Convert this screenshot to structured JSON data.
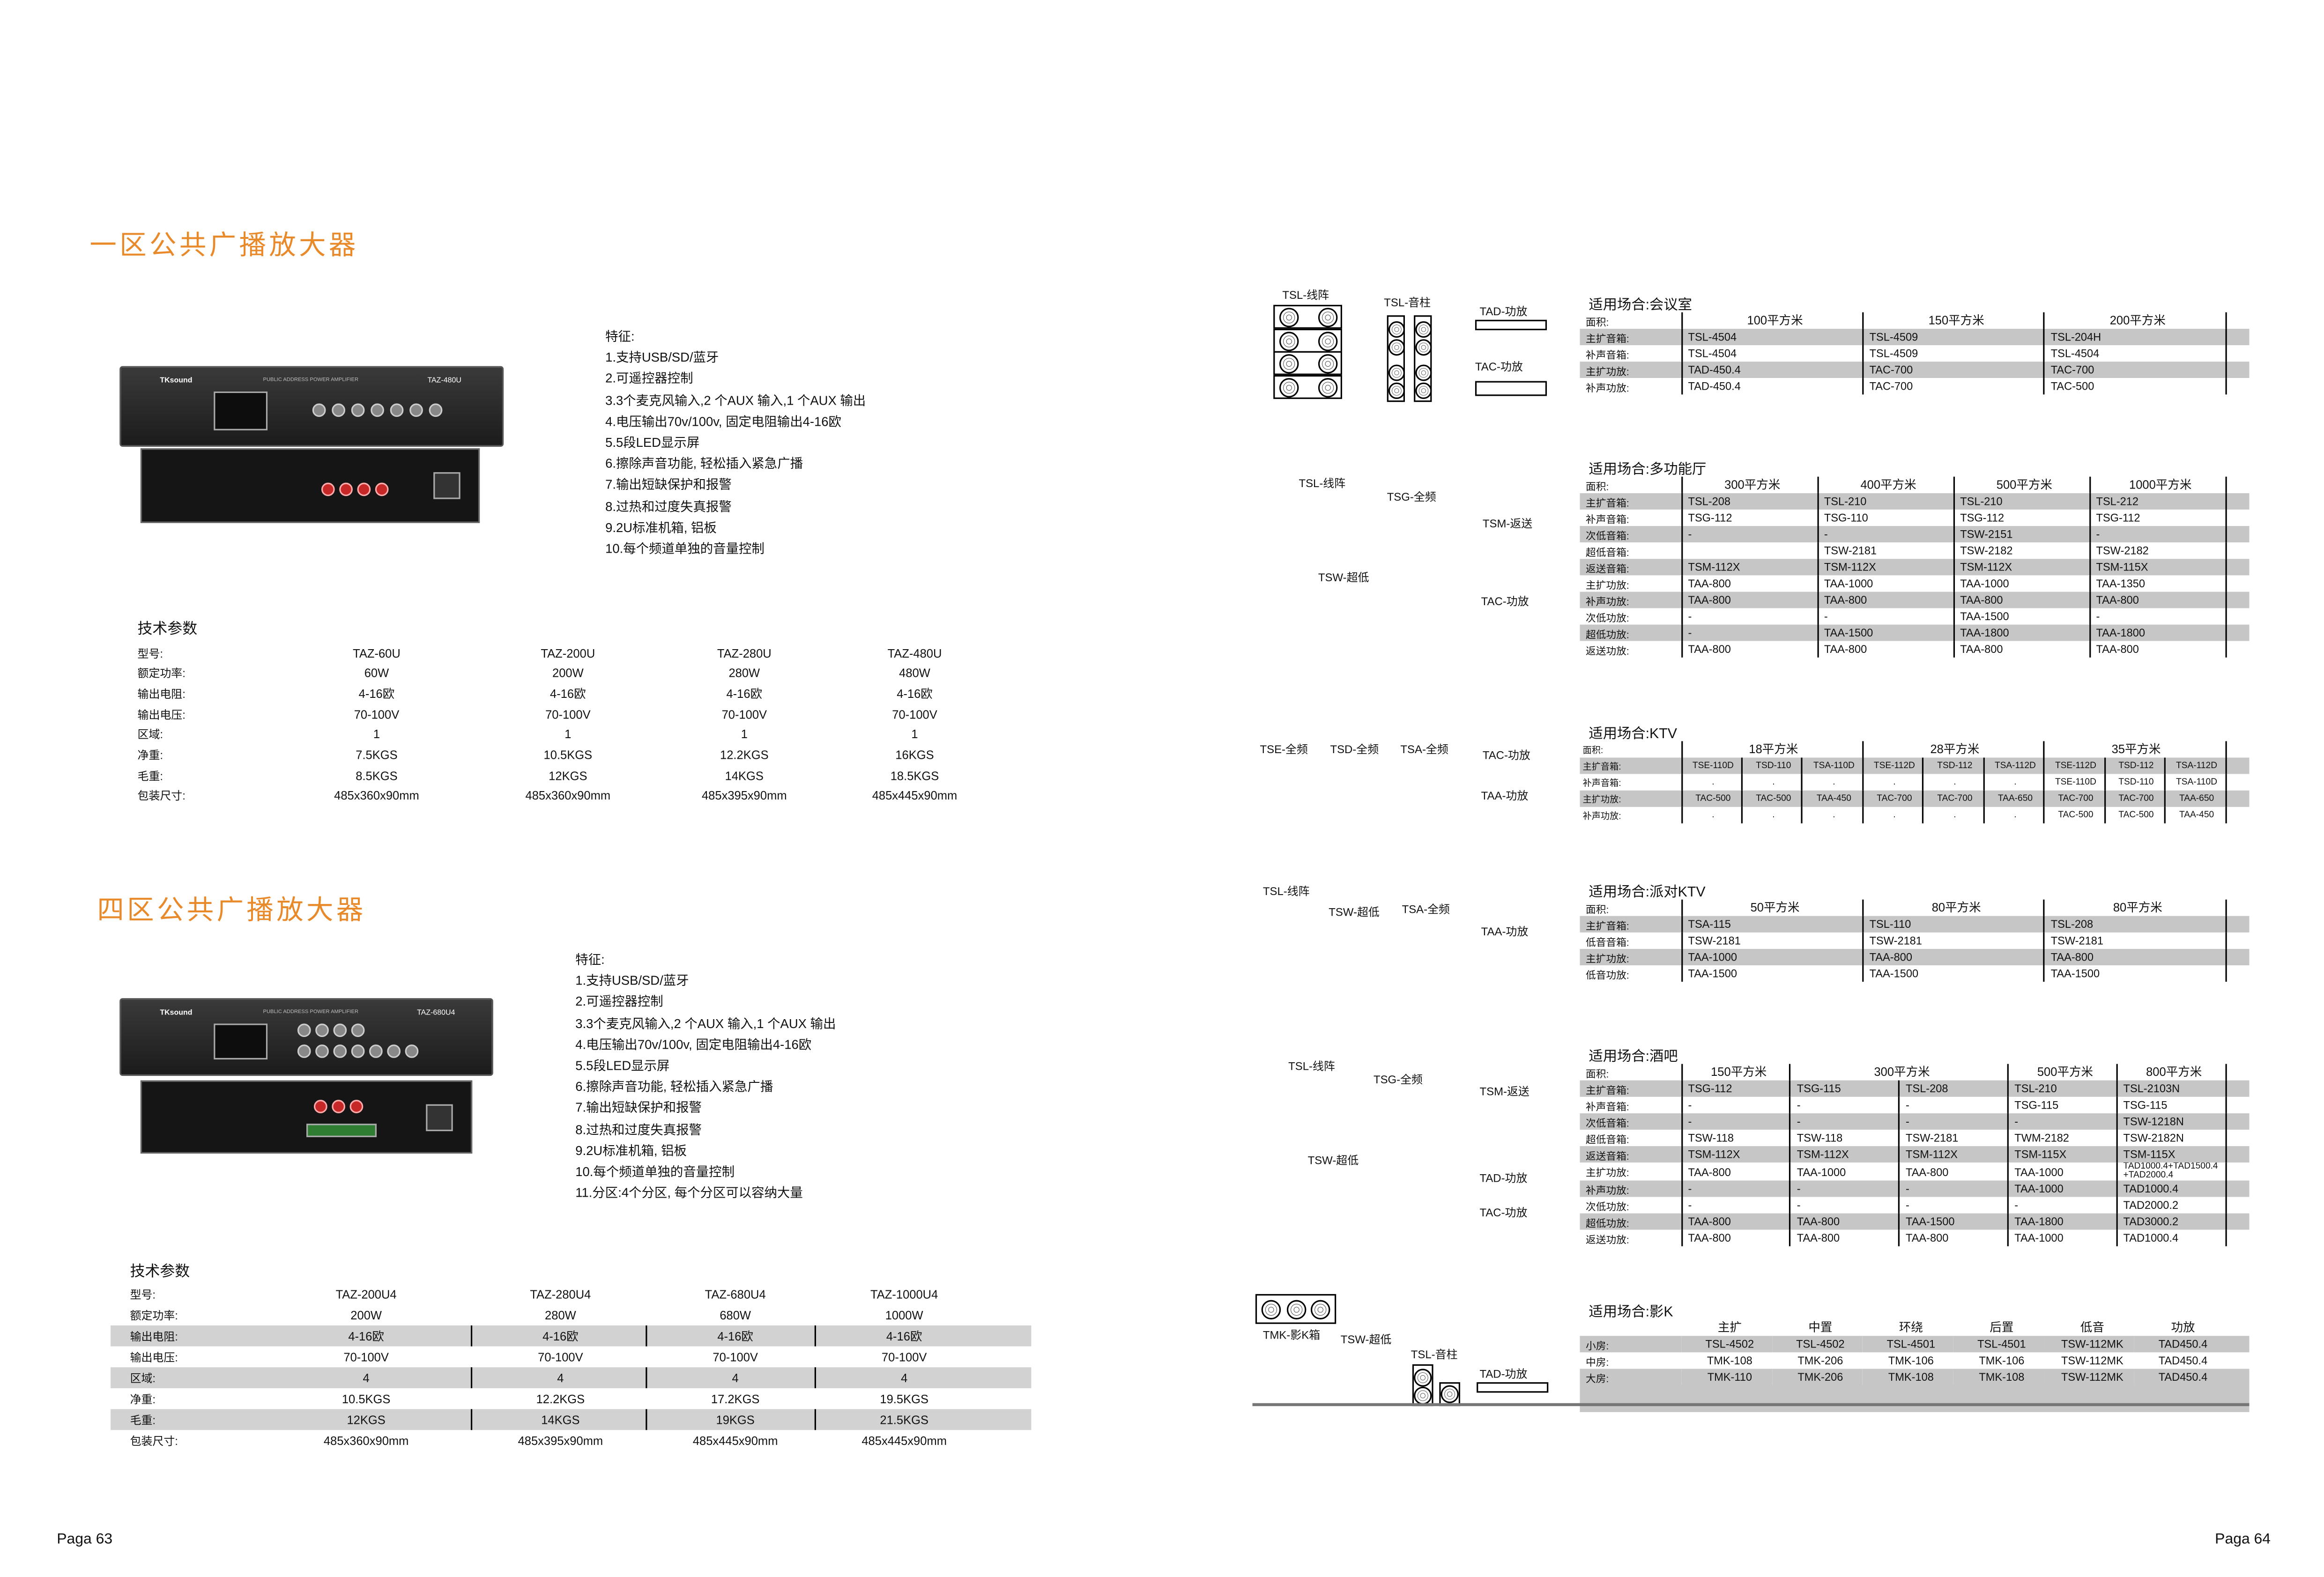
{
  "left_page": {
    "section1": {
      "title": "一区公共广播放大器",
      "device": {
        "brand": "TKsound",
        "model_plate": "TAZ-480U",
        "panel_text": "PUBLIC ADDRESS POWER AMPLIFIER"
      },
      "features_heading": "特征:",
      "features": [
        "1.支持USB/SD/蓝牙",
        "2.可遥控器控制",
        "3.3个麦克风输入,2 个AUX 输入,1 个AUX 输出",
        "4.电压输出70v/100v, 固定电阻输出4-16欧",
        "5.5段LED显示屏",
        "6.擦除声音功能, 轻松插入紧急广播",
        "7.输出短缺保护和报警",
        "8.过热和过度失真报警",
        "9.2U标准机箱, 铝板",
        "10.每个频道单独的音量控制"
      ],
      "specs_heading": "技术参数",
      "spec_labels": [
        "型号:",
        "额定功率:",
        "输出电阻:",
        "输出电压:",
        "区域:",
        "净重:",
        "毛重:",
        "包装尺寸:"
      ],
      "spec_columns": [
        [
          "TAZ-60U",
          "60W",
          "4-16欧",
          "70-100V",
          "1",
          "7.5KGS",
          "8.5KGS",
          "485x360x90mm"
        ],
        [
          "TAZ-200U",
          "200W",
          "4-16欧",
          "70-100V",
          "1",
          "10.5KGS",
          "12KGS",
          "485x360x90mm"
        ],
        [
          "TAZ-280U",
          "280W",
          "4-16欧",
          "70-100V",
          "1",
          "12.2KGS",
          "14KGS",
          "485x395x90mm"
        ],
        [
          "TAZ-480U",
          "480W",
          "4-16欧",
          "70-100V",
          "1",
          "16KGS",
          "18.5KGS",
          "485x445x90mm"
        ]
      ]
    },
    "section2": {
      "title": "四区公共广播放大器",
      "device": {
        "brand": "TKsound",
        "model_plate": "TAZ-680U4",
        "panel_text": "PUBLIC ADDRESS POWER AMPLIFIER"
      },
      "features_heading": "特征:",
      "features": [
        "1.支持USB/SD/蓝牙",
        "2.可遥控器控制",
        "3.3个麦克风输入,2 个AUX 输入,1 个AUX 输出",
        "4.电压输出70v/100v, 固定电阻输出4-16欧",
        "5.5段LED显示屏",
        "6.擦除声音功能, 轻松插入紧急广播",
        "7.输出短缺保护和报警",
        "8.过热和过度失真报警",
        "9.2U标准机箱, 铝板",
        "10.每个频道单独的音量控制",
        "11.分区:4个分区, 每个分区可以容纳大量"
      ],
      "specs_heading": "技术参数",
      "spec_labels": [
        "型号:",
        "额定功率:",
        "输出电阻:",
        "输出电压:",
        "区域:",
        "净重:",
        "毛重:",
        "包装尺寸:"
      ],
      "spec_columns": [
        [
          "TAZ-200U4",
          "200W",
          "4-16欧",
          "70-100V",
          "4",
          "10.5KGS",
          "12KGS",
          "485x360x90mm"
        ],
        [
          "TAZ-280U4",
          "280W",
          "4-16欧",
          "70-100V",
          "4",
          "12.2KGS",
          "14KGS",
          "485x395x90mm"
        ],
        [
          "TAZ-680U4",
          "680W",
          "4-16欧",
          "70-100V",
          "4",
          "17.2KGS",
          "19KGS",
          "485x445x90mm"
        ],
        [
          "TAZ-1000U4",
          "1000W",
          "4-16欧",
          "70-100V",
          "4",
          "19.5KGS",
          "21.5KGS",
          "485x445x90mm"
        ]
      ]
    },
    "page_number": "Paga 63"
  },
  "right_page": {
    "page_number": "Paga 64",
    "scenes": [
      {
        "title": "适用场合:会议室",
        "diagram_labels": [
          "TSL-线阵",
          "TSL-音柱",
          "TAD-功放",
          "TAC-功放"
        ],
        "headers": [
          {
            "label": "100平方米",
            "span": 1
          },
          {
            "label": "150平方米",
            "span": 1
          },
          {
            "label": "200平方米",
            "span": 1
          }
        ],
        "header_label": "面积:",
        "rows": [
          {
            "label": "主扩音箱:",
            "cells": [
              "TSL-4504",
              "TSL-4509",
              "TSL-204H"
            ]
          },
          {
            "label": "补声音箱:",
            "cells": [
              "TSL-4504",
              "TSL-4509",
              "TSL-4504"
            ]
          },
          {
            "label": "主扩功放:",
            "cells": [
              "TAD-450.4",
              "TAC-700",
              "TAC-700"
            ]
          },
          {
            "label": "补声功放:",
            "cells": [
              "TAD-450.4",
              "TAC-700",
              "TAC-500"
            ]
          }
        ]
      },
      {
        "title": "适用场合:多功能厅",
        "diagram_labels": [
          "TSL-线阵",
          "TSG-全频",
          "TSM-返送",
          "TSW-超低",
          "TAC-功放"
        ],
        "headers": [
          {
            "label": "300平方米",
            "span": 1
          },
          {
            "label": "400平方米",
            "span": 1
          },
          {
            "label": "500平方米",
            "span": 1
          },
          {
            "label": "1000平方米",
            "span": 1
          }
        ],
        "header_label": "面积:",
        "rows": [
          {
            "label": "主扩音箱:",
            "cells": [
              "TSL-208",
              "TSL-210",
              "TSL-210",
              "TSL-212"
            ]
          },
          {
            "label": "补声音箱:",
            "cells": [
              "TSG-112",
              "TSG-110",
              "TSG-112",
              "TSG-112"
            ]
          },
          {
            "label": "次低音箱:",
            "cells": [
              "-",
              "-",
              "TSW-2151",
              "-"
            ]
          },
          {
            "label": "超低音箱:",
            "cells": [
              "",
              "TSW-2181",
              "TSW-2182",
              "TSW-2182"
            ]
          },
          {
            "label": "返送音箱:",
            "cells": [
              "TSM-112X",
              "TSM-112X",
              "TSM-112X",
              "TSM-115X"
            ]
          },
          {
            "label": "主扩功放:",
            "cells": [
              "TAA-800",
              "TAA-1000",
              "TAA-1000",
              "TAA-1350"
            ]
          },
          {
            "label": "补声功放:",
            "cells": [
              "TAA-800",
              "TAA-800",
              "TAA-800",
              "TAA-800"
            ]
          },
          {
            "label": "次低功放:",
            "cells": [
              "-",
              "-",
              "TAA-1500",
              "-"
            ]
          },
          {
            "label": "超低功放:",
            "cells": [
              "-",
              "TAA-1500",
              "TAA-1800",
              "TAA-1800"
            ]
          },
          {
            "label": "返送功放:",
            "cells": [
              "TAA-800",
              "TAA-800",
              "TAA-800",
              "TAA-800"
            ]
          }
        ]
      },
      {
        "title": "适用场合:KTV",
        "diagram_labels": [
          "TSE-全频",
          "TSD-全频",
          "TSA-全频",
          "TAC-功放",
          "TAA-功放"
        ],
        "headers": [
          {
            "label": "18平方米",
            "span": 3
          },
          {
            "label": "28平方米",
            "span": 3
          },
          {
            "label": "35平方米",
            "span": 3
          }
        ],
        "header_label": "面积:",
        "rows": [
          {
            "label": "主扩音箱:",
            "cells": [
              "TSE-110D",
              "TSD-110",
              "TSA-110D",
              "TSE-112D",
              "TSD-112",
              "TSA-112D",
              "TSE-112D",
              "TSD-112",
              "TSA-112D"
            ]
          },
          {
            "label": "补声音箱:",
            "cells": [
              ".",
              ".",
              ".",
              ".",
              ".",
              ".",
              "TSE-110D",
              "TSD-110",
              "TSA-110D"
            ]
          },
          {
            "label": "主扩功放:",
            "cells": [
              "TAC-500",
              "TAC-500",
              "TAA-450",
              "TAC-700",
              "TAC-700",
              "TAA-650",
              "TAC-700",
              "TAC-700",
              "TAA-650"
            ]
          },
          {
            "label": "补声功放:",
            "cells": [
              ".",
              ".",
              ".",
              ".",
              ".",
              ".",
              "TAC-500",
              "TAC-500",
              "TAA-450"
            ]
          }
        ]
      },
      {
        "title": "适用场合:派对KTV",
        "diagram_labels": [
          "TSL-线阵",
          "TSW-超低",
          "TSA-全频",
          "TAA-功放"
        ],
        "headers": [
          {
            "label": "50平方米",
            "span": 1
          },
          {
            "label": "80平方米",
            "span": 1
          },
          {
            "label": "80平方米",
            "span": 1
          }
        ],
        "header_label": "面积:",
        "rows": [
          {
            "label": "主扩音箱:",
            "cells": [
              "TSA-115",
              "TSL-110",
              "TSL-208"
            ]
          },
          {
            "label": "低音音箱:",
            "cells": [
              "TSW-2181",
              "TSW-2181",
              "TSW-2181"
            ]
          },
          {
            "label": "主扩功放:",
            "cells": [
              "TAA-1000",
              "TAA-800",
              "TAA-800"
            ]
          },
          {
            "label": "低音功放:",
            "cells": [
              "TAA-1500",
              "TAA-1500",
              "TAA-1500"
            ]
          }
        ]
      },
      {
        "title": "适用场合:酒吧",
        "diagram_labels": [
          "TSL-线阵",
          "TSG-全频",
          "TSM-返送",
          "TSW-超低",
          "TAD-功放",
          "TAC-功放"
        ],
        "headers": [
          {
            "label": "150平方米",
            "span": 1
          },
          {
            "label": "300平方米",
            "span": 2
          },
          {
            "label": "500平方米",
            "span": 1
          },
          {
            "label": "800平方米",
            "span": 1
          }
        ],
        "header_label": "面积:",
        "rows": [
          {
            "label": "主扩音箱:",
            "cells": [
              "TSG-112",
              "TSG-115",
              "TSL-208",
              "TSL-210",
              "TSL-2103N"
            ]
          },
          {
            "label": "补声音箱:",
            "cells": [
              "-",
              "-",
              "-",
              "TSG-115",
              "TSG-115"
            ]
          },
          {
            "label": "次低音箱:",
            "cells": [
              "-",
              "-",
              "-",
              "-",
              "TSW-1218N"
            ]
          },
          {
            "label": "超低音箱:",
            "cells": [
              "TSW-118",
              "TSW-118",
              "TSW-2181",
              "TWM-2182",
              "TSW-2182N"
            ]
          },
          {
            "label": "返送音箱:",
            "cells": [
              "TSM-112X",
              "TSM-112X",
              "TSM-112X",
              "TSM-115X",
              "TSM-115X"
            ]
          },
          {
            "label": "主扩功放:",
            "cells": [
              "TAA-800",
              "TAA-1000",
              "TAA-800",
              "TAA-1000",
              "TAD1000.4+TAD1500.4 +TAD2000.4"
            ]
          },
          {
            "label": "补声功放:",
            "cells": [
              "-",
              "-",
              "-",
              "TAA-1000",
              "TAD1000.4"
            ]
          },
          {
            "label": "次低功放:",
            "cells": [
              "-",
              "-",
              "-",
              "-",
              "TAD2000.2"
            ]
          },
          {
            "label": "超低功放:",
            "cells": [
              "TAA-800",
              "TAA-800",
              "TAA-1500",
              "TAA-1800",
              "TAD3000.2"
            ]
          },
          {
            "label": "返送功放:",
            "cells": [
              "TAA-800",
              "TAA-800",
              "TAA-800",
              "TAA-1000",
              "TAD1000.4"
            ]
          }
        ]
      },
      {
        "title": "适用场合:影K",
        "diagram_labels": [
          "TMK-影K箱",
          "TSW-超低",
          "TSL-音柱",
          "TAD-功放"
        ],
        "headers": [
          {
            "label": "主扩",
            "span": 1
          },
          {
            "label": "中置",
            "span": 1
          },
          {
            "label": "环绕",
            "span": 1
          },
          {
            "label": "后置",
            "span": 1
          },
          {
            "label": "低音",
            "span": 1
          },
          {
            "label": "功放",
            "span": 1
          }
        ],
        "header_label": "",
        "rows": [
          {
            "label": "小房:",
            "cells": [
              "TSL-4502",
              "TSL-4502",
              "TSL-4501",
              "TSL-4501",
              "TSW-112MK",
              "TAD450.4"
            ]
          },
          {
            "label": "中房:",
            "cells": [
              "TMK-108",
              "TMK-206",
              "TMK-106",
              "TMK-106",
              "TSW-112MK",
              "TAD450.4"
            ]
          },
          {
            "label": "大房:",
            "cells": [
              "TMK-110",
              "TMK-206",
              "TMK-108",
              "TMK-108",
              "TSW-112MK",
              "TAD450.4"
            ]
          }
        ]
      }
    ]
  }
}
